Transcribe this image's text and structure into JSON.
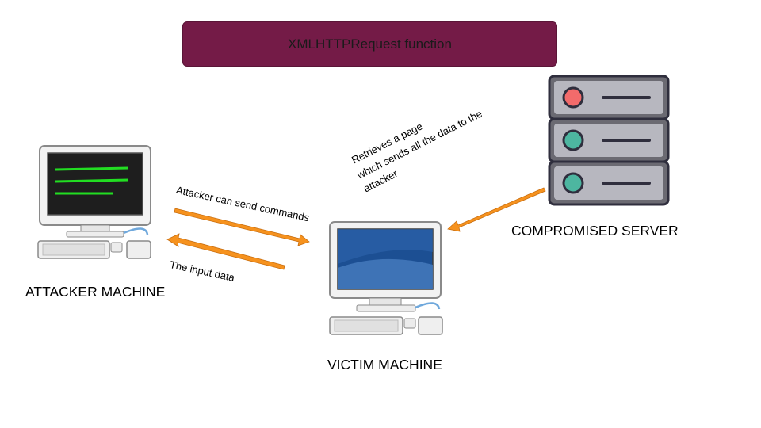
{
  "title": "XMLHTTPRequest function",
  "nodes": {
    "attacker": {
      "label": "ATTACKER MACHINE",
      "icon": "computer-terminal-icon"
    },
    "victim": {
      "label": "VICTIM MACHINE",
      "icon": "computer-icon"
    },
    "server": {
      "label": "COMPROMISED SERVER",
      "icon": "server-icon"
    }
  },
  "edges": {
    "commands": "Attacker can send commands",
    "input": "The input data",
    "retrieve_line1": "Retrieves a page",
    "retrieve_line2": "which sends all the data to the",
    "retrieve_line3": "attacker"
  },
  "colors": {
    "title_bg": "#741b47",
    "arrow": "#f6921e",
    "terminal_text": "#22dd22",
    "server_body": "#6b6a72",
    "led_red": "#f26b6b",
    "led_green": "#4db6a0"
  }
}
